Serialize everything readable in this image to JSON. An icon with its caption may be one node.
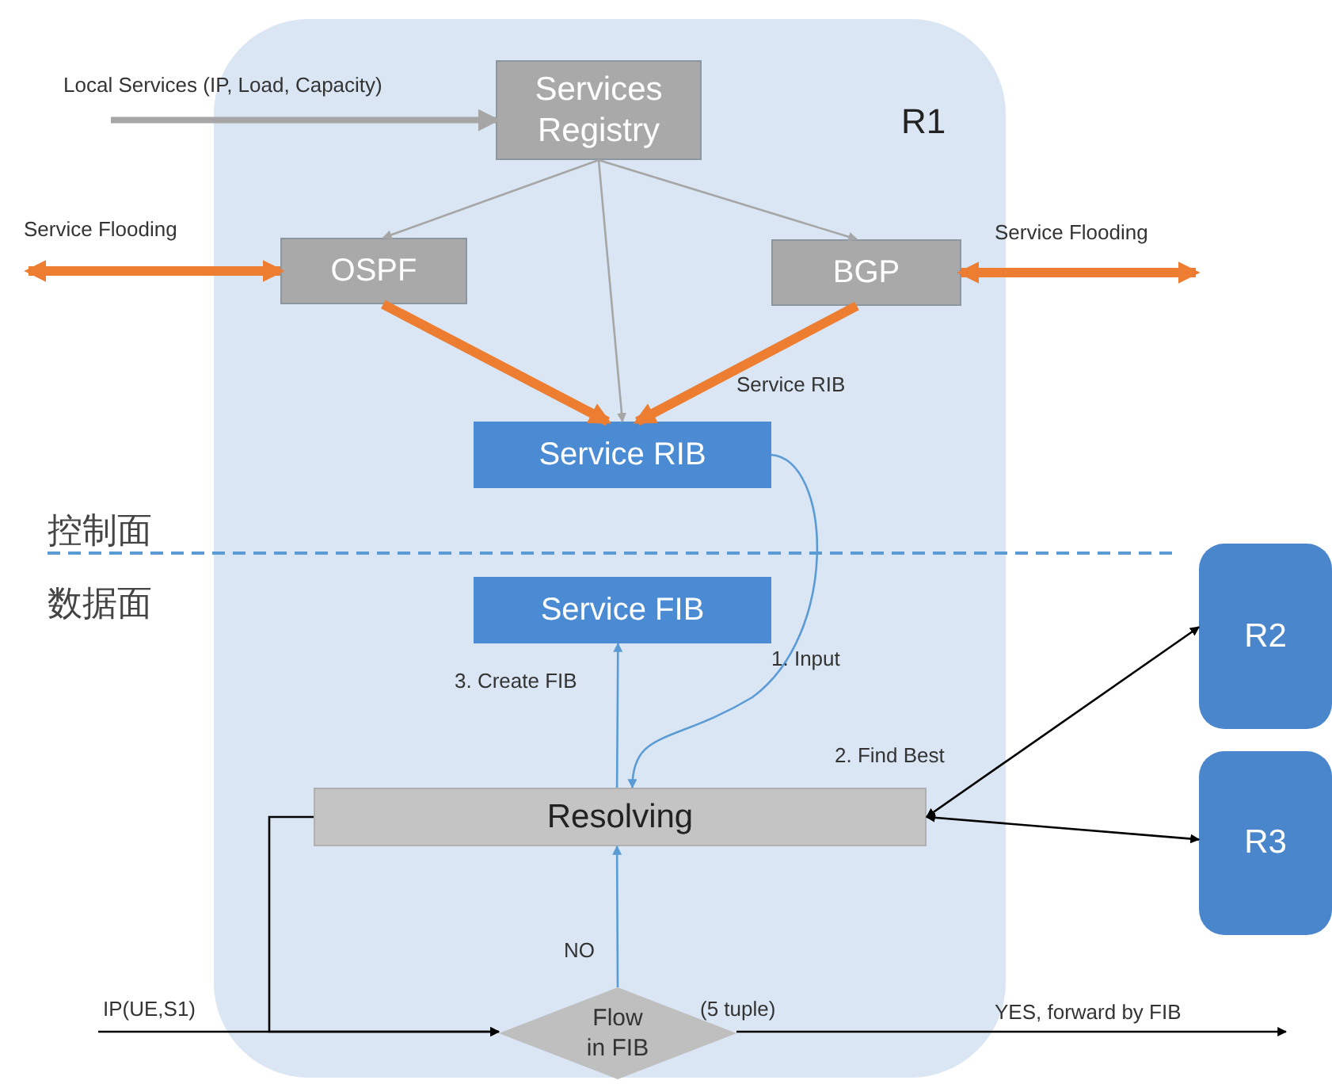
{
  "diagram": {
    "nodes": [
      {
        "text": [
          "R1"
        ]
      },
      {
        "text": [
          "Services Registry"
        ],
        "in": 0
      },
      {
        "text": [
          "OSPF"
        ],
        "in": 0
      },
      {
        "text": [
          "BGP"
        ],
        "in": 0
      },
      {
        "text": [
          "Service RIB"
        ],
        "in": 0
      },
      {
        "text": [
          "Service FIB"
        ],
        "in": 0
      },
      {
        "text": [
          "Resolving"
        ],
        "in": 0
      },
      {
        "text": [
          "Flow in FIB"
        ],
        "in": 0,
        "beside": [
          "(5 tuple)"
        ]
      },
      {
        "text": [
          "R2"
        ]
      },
      {
        "text": [
          "R3"
        ]
      }
    ],
    "edges": [
      {
        "from": null,
        "to": 1,
        "arrow": "to",
        "label": "Local Services (IP, Load, Capacity)",
        "style": "thick",
        "color": "#a6a6a6"
      },
      {
        "from": 1,
        "to": 2,
        "arrow": "to",
        "color": "#a6a6a6"
      },
      {
        "from": 1,
        "to": 3,
        "arrow": "to",
        "color": "#a6a6a6"
      },
      {
        "from": 1,
        "to": 4,
        "arrow": "to",
        "color": "#a6a6a6"
      },
      {
        "from": null,
        "to": 2,
        "arrow": "both",
        "label": "Service Flooding",
        "style": "thick",
        "color": "#ed7d31"
      },
      {
        "from": 3,
        "to": null,
        "arrow": "both",
        "label": "Service Flooding",
        "style": "thick",
        "color": "#ed7d31"
      },
      {
        "from": 2,
        "to": 4,
        "arrow": "to",
        "style": "thick",
        "color": "#ed7d31"
      },
      {
        "from": 3,
        "to": 4,
        "arrow": "to",
        "label": "Service RIB",
        "style": "thick",
        "color": "#ed7d31"
      },
      {
        "from": 4,
        "to": 6,
        "arrow": "to",
        "label": "1. Input",
        "color": "#5b9bd5"
      },
      {
        "from": 6,
        "to": 5,
        "arrow": "to",
        "label": "3. Create FIB",
        "color": "#5b9bd5"
      },
      {
        "from": 6,
        "to": 8,
        "arrow": "both",
        "label": "2. Find Best"
      },
      {
        "from": 6,
        "to": 9,
        "arrow": "both"
      },
      {
        "from": null,
        "to": 7,
        "arrow": "to",
        "label": "IP(UE,S1)"
      },
      {
        "from": 7,
        "to": 6,
        "arrow": "to",
        "label": "NO",
        "color": "#5b9bd5"
      },
      {
        "from": 7,
        "to": null,
        "arrow": "to",
        "label": "YES, forward by FIB"
      },
      {
        "from": 6,
        "to": 7,
        "arrow": "to"
      }
    ],
    "labels": [
      "控制面",
      "数据面"
    ]
  }
}
